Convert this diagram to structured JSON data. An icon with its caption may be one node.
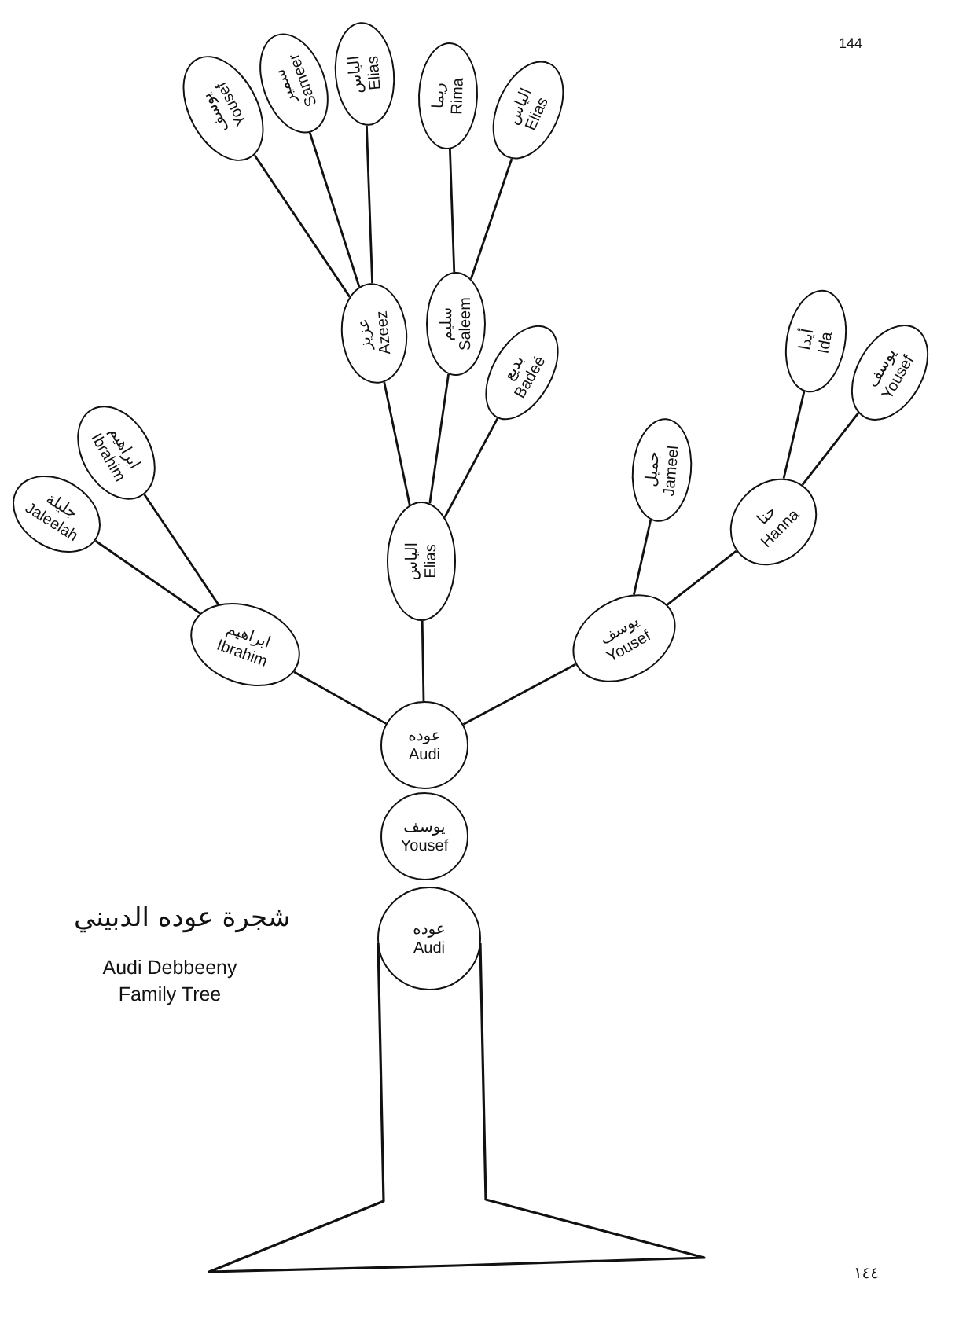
{
  "diagram": {
    "title": "شجرة عوده الدبيني",
    "nodes": [
      {
        "text": [
          "يوسف",
          "Yousef"
        ]
      },
      {
        "text": [
          "سمير",
          "Sameer"
        ]
      },
      {
        "text": [
          "الياس",
          "Elias"
        ]
      },
      {
        "text": [
          "ريما",
          "Rima"
        ]
      },
      {
        "text": [
          "الياس",
          "Elias"
        ]
      },
      {
        "text": [
          "عزيز",
          "Azeez"
        ]
      },
      {
        "text": [
          "سليم",
          "Saleem"
        ]
      },
      {
        "text": [
          "بديع",
          "Badeé"
        ]
      },
      {
        "text": [
          "أيدا",
          "Ida"
        ]
      },
      {
        "text": [
          "يوسف",
          "Yousef"
        ]
      },
      {
        "text": [
          "ابراهيم",
          "Ibrahim"
        ]
      },
      {
        "text": [
          "جليلة",
          "Jaleelah"
        ]
      },
      {
        "text": [
          "الياس",
          "Elias"
        ]
      },
      {
        "text": [
          "جميل",
          "Jameel"
        ]
      },
      {
        "text": [
          "حنا",
          "Hanna"
        ]
      },
      {
        "text": [
          "ابراهيم",
          "Ibrahim"
        ]
      },
      {
        "text": [
          "يوسف",
          "Yousef"
        ]
      },
      {
        "text": [
          "عوده",
          "Audi"
        ]
      },
      {
        "text": [
          "يوسف",
          "Yousef"
        ]
      },
      {
        "text": [
          "عوده",
          "Audi"
        ]
      }
    ],
    "edges": [
      {
        "from": 17,
        "to": 15,
        "arrow": "none"
      },
      {
        "from": 17,
        "to": 12,
        "arrow": "none"
      },
      {
        "from": 17,
        "to": 16,
        "arrow": "none"
      },
      {
        "from": 15,
        "to": 11,
        "arrow": "none"
      },
      {
        "from": 15,
        "to": 10,
        "arrow": "none"
      },
      {
        "from": 12,
        "to": 5,
        "arrow": "none"
      },
      {
        "from": 12,
        "to": 6,
        "arrow": "none"
      },
      {
        "from": 12,
        "to": 7,
        "arrow": "none"
      },
      {
        "from": 5,
        "to": 0,
        "arrow": "none"
      },
      {
        "from": 5,
        "to": 1,
        "arrow": "none"
      },
      {
        "from": 5,
        "to": 2,
        "arrow": "none"
      },
      {
        "from": 6,
        "to": 3,
        "arrow": "none"
      },
      {
        "from": 6,
        "to": 4,
        "arrow": "none"
      },
      {
        "from": 16,
        "to": 13,
        "arrow": "none"
      },
      {
        "from": 16,
        "to": 14,
        "arrow": "none"
      },
      {
        "from": 14,
        "to": 8,
        "arrow": "none"
      },
      {
        "from": 14,
        "to": 9,
        "arrow": "none"
      }
    ],
    "labels": [
      "144",
      "Audi Debbeeny Family Tree",
      "١٤٤"
    ]
  }
}
